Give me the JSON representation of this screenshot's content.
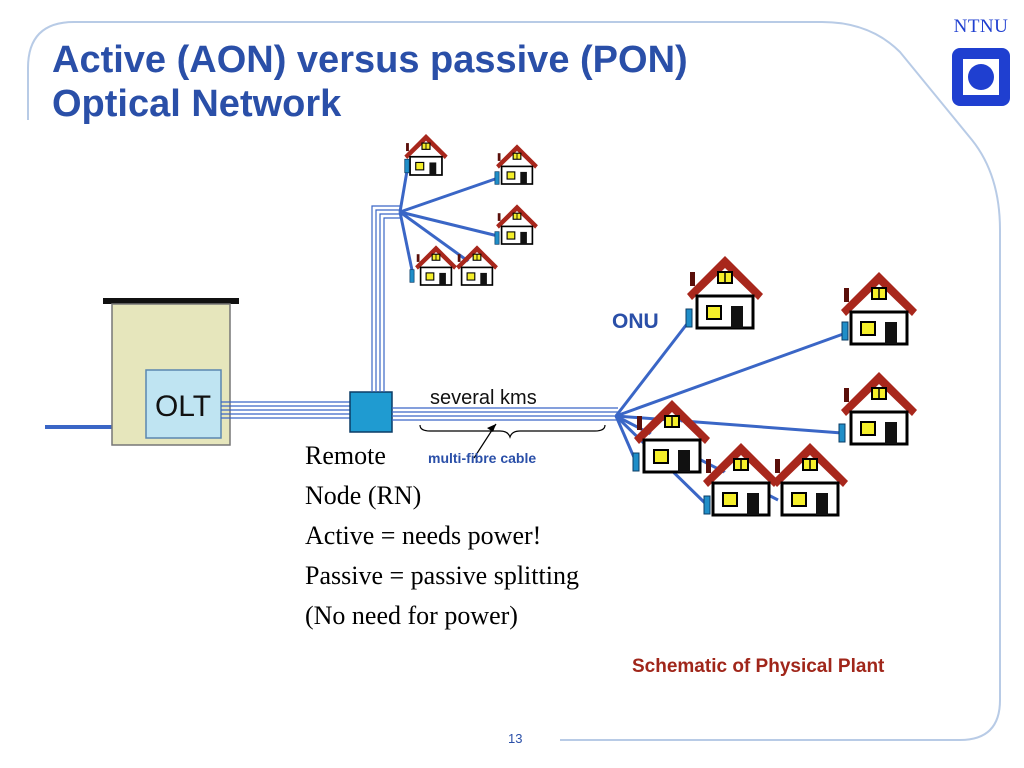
{
  "slide": {
    "title_line1": "Active (AON) versus passive (PON)",
    "title_line2": "Optical Network",
    "brand": "NTNU",
    "page_number": "13"
  },
  "diagram": {
    "olt_label": "OLT",
    "onu_label": "ONU",
    "distance_label": "several kms",
    "cable_label": "multi-fibre cable"
  },
  "notes": [
    "Remote",
    "Node (RN)",
    "Active = needs power!",
    "Passive = passive splitting",
    "(No need for power)"
  ],
  "caption": "Schematic of Physical Plant",
  "colors": {
    "title": "#2a4fa8",
    "fiber": "#3a66c6",
    "roof": "#a8271c",
    "window": "#f5ef2a",
    "caption": "#a0261a",
    "onu": "#1f8ec8"
  }
}
